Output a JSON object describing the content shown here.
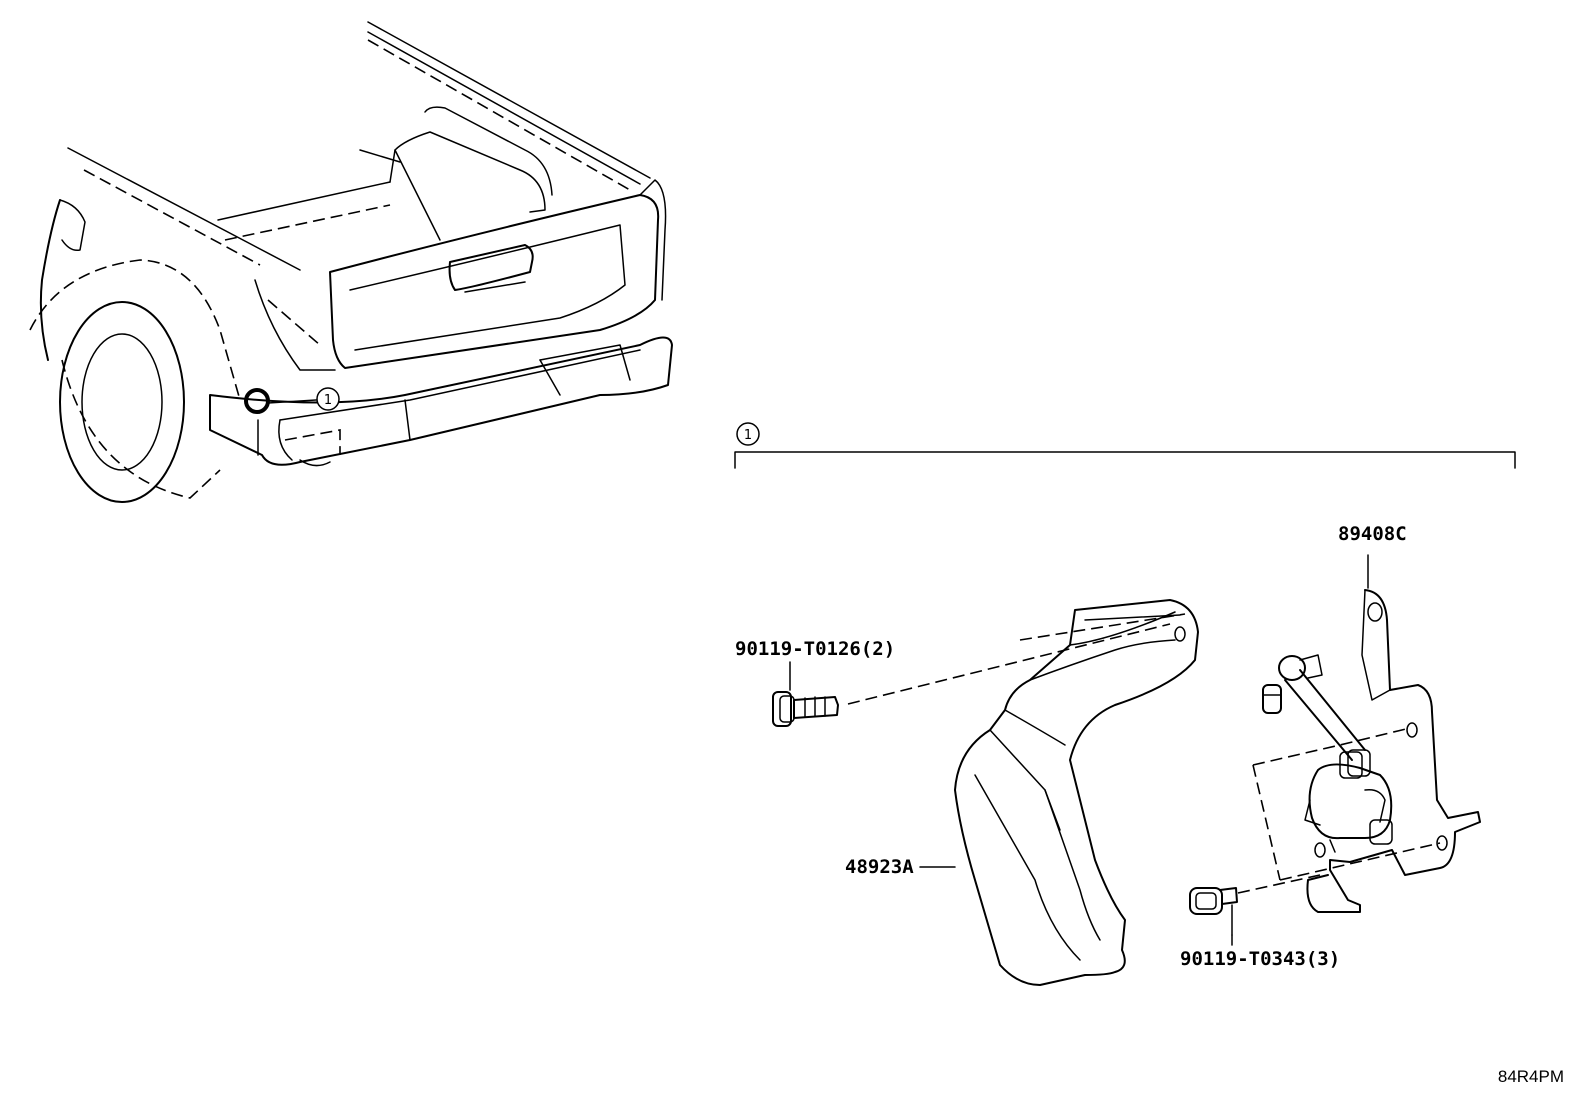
{
  "callout": {
    "symbol": "1"
  },
  "parts": {
    "bolt_upper": "90119-T0126(2)",
    "bracket": "48923A",
    "sensor": "89408C",
    "bolt_lower": "90119-T0343(3)"
  },
  "reference_code": "84R4PM"
}
